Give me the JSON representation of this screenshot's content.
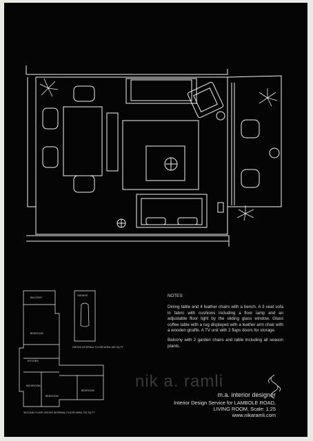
{
  "colors": {
    "sheet": "#050505",
    "line": "#f2f2f2",
    "text": "#dcdcdc",
    "margin": "#e9e9e6"
  },
  "notes": {
    "heading": "NOTES:",
    "paragraph1": "Dining table and 4 leather chairs with a bench. A 3 seat sofa in fabric with cushions including a floor lamp and an adjustable floor light by the sliding glass window. Glass coffee table with a rug displayed with a leather arm chair with a wooden giraffe. A TV unit with 2 flaps doors for storage.",
    "paragraph2": "Balcony with 2 garden chairs and table including all season plants."
  },
  "logo": {
    "text": "nik a. ramli"
  },
  "credits": {
    "designer": "m.a. interior designer",
    "line1": "Interior Design Service for LAMBOLE ROAD,",
    "line2": "LIVING ROOM, Scale: 1:25",
    "line3": "www.nikaramli.com"
  },
  "key_plan": {
    "balcony": "BALCONY",
    "bedroom_main": "BEDROOM",
    "kitchen": "KITCHEN",
    "bathroom": "BATHROOM",
    "bedroom_2": "BEDROOM",
    "bedroom_3": "BEDROOM",
    "floor_area": "SECOND FLOOR GROSS INTERNAL FLOOR AREA 720 SQ FT"
  },
  "garage": {
    "title": "GARAGE",
    "floor_area": "GROSS INTERNAL FLOOR AREA 150 SQ FT"
  },
  "icons": [
    "plant-icon",
    "floor-lamp-icon",
    "car-icon",
    "logo-swirl-icon"
  ]
}
